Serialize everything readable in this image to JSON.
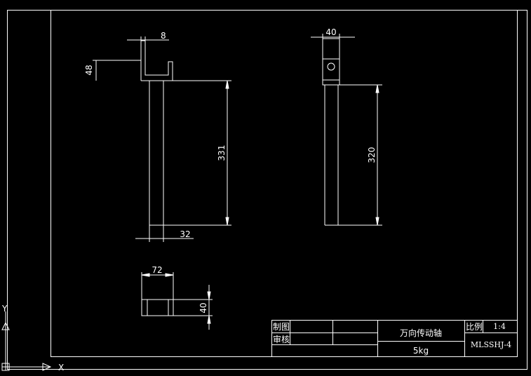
{
  "dimensions": {
    "flange_width": "8",
    "flange_height": "48",
    "shaft_length": "331",
    "shaft_width": "32",
    "head_width": "40",
    "shaft2_length": "320",
    "plate_width": "72",
    "plate_height": "40"
  },
  "title_block": {
    "drawn_label": "制图",
    "review_label": "审核",
    "part_name": "万向传动轴",
    "weight": "5kg",
    "scale_label": "比例",
    "scale_value": "1:4",
    "drawing_number": "MLSSHJ-4"
  },
  "ucs": {
    "y_label": "Y",
    "x_label": "X"
  },
  "colors": {
    "background": "#000000",
    "line": "#ffffff"
  }
}
